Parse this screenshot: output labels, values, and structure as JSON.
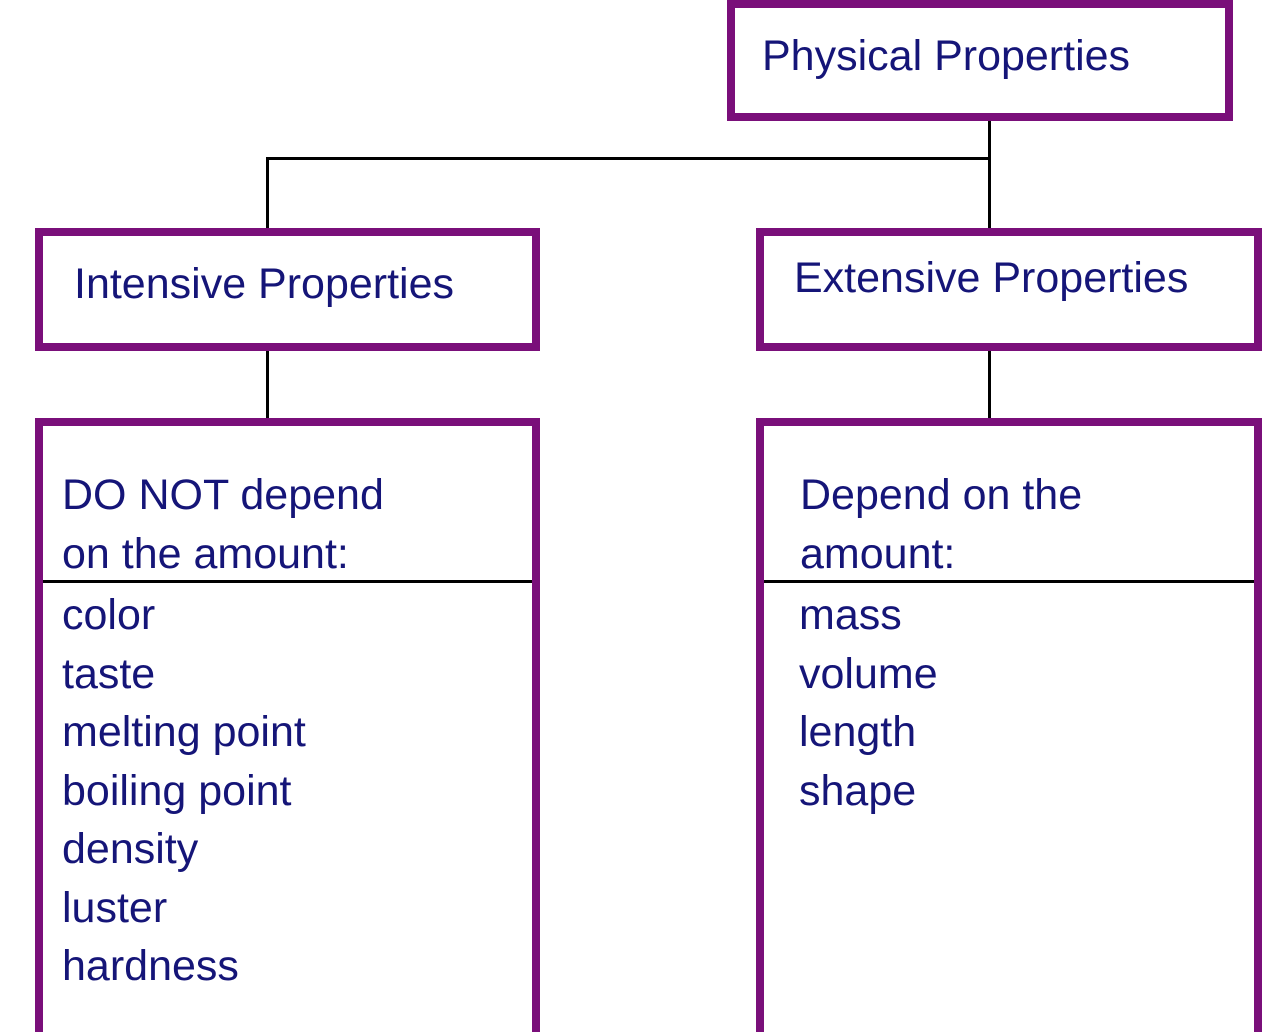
{
  "colors": {
    "border": "#7a0f7a",
    "text": "#151578",
    "line": "#000000"
  },
  "root": {
    "title": "Physical Properties"
  },
  "intensive": {
    "title": "Intensive Properties",
    "desc_line1": "DO NOT depend",
    "desc_line2": "on the amount:",
    "items": [
      "color",
      "taste",
      "melting point",
      "boiling point",
      "density",
      "luster",
      "hardness"
    ]
  },
  "extensive": {
    "title": "Extensive Properties",
    "desc_line1": "Depend on the",
    "desc_line2": "amount:",
    "items": [
      "mass",
      "volume",
      "length",
      "shape"
    ]
  }
}
